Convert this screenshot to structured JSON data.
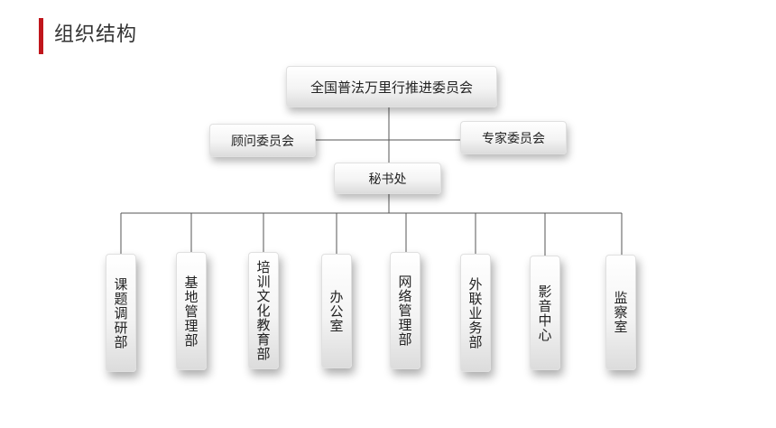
{
  "header": {
    "title": "组织结构",
    "accent_color": "#c0161c"
  },
  "org": {
    "top": "全国普法万里行推进委员会",
    "left_advisor": "顾问委员会",
    "right_advisor": "专家委员会",
    "secretariat": "秘书处",
    "departments": [
      "课题调研部",
      "基地管理部",
      "培训文化教育部",
      "办公室",
      "网络管理部",
      "外联业务部",
      "影音中心",
      "监察室"
    ]
  }
}
